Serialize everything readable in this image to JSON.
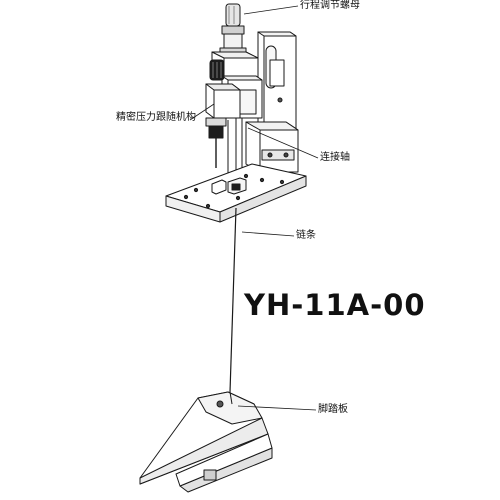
{
  "labels": {
    "stroke_nut": "行程调节螺母",
    "precision_pressure": "精密压力跟随机构",
    "connecting_shaft": "连接轴",
    "chain": "链条",
    "foot_pedal": "脚踏板"
  },
  "model": "YH-11A-00"
}
